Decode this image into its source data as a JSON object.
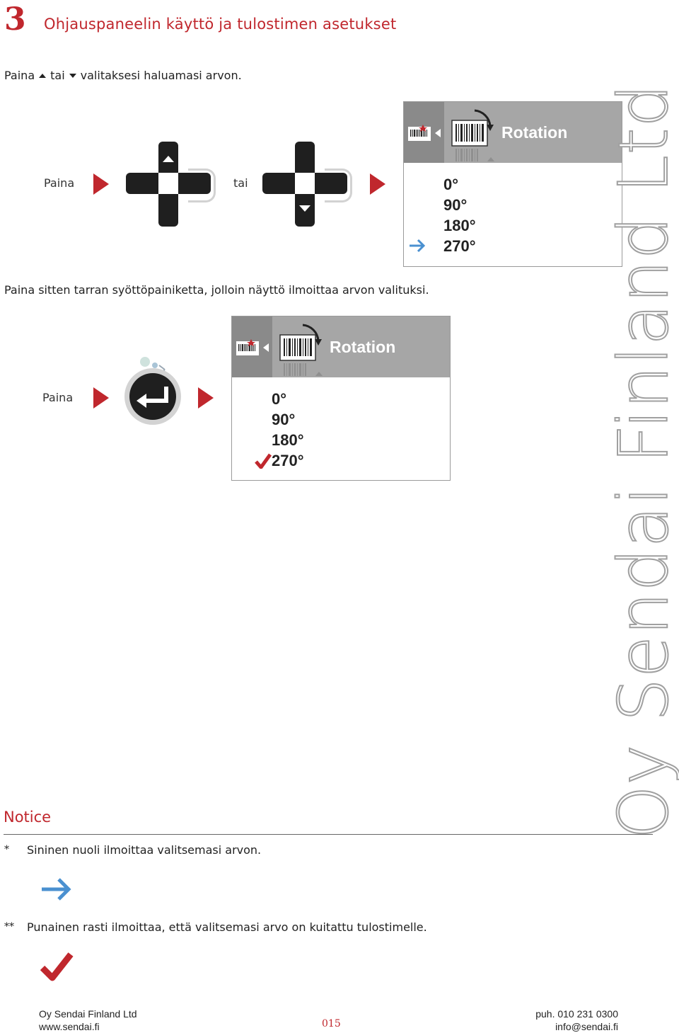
{
  "chapter": {
    "number": "3",
    "title": "Ohjauspaneelin käyttö ja tulostimen asetukset"
  },
  "step1": {
    "prefix": "Paina",
    "middle": "tai",
    "suffix": "valitaksesi haluamasi arvon."
  },
  "diagram1": {
    "press_label": "Paina",
    "or_label": "tai"
  },
  "lcd1": {
    "title": "Rotation",
    "options": [
      "0°",
      "90°",
      "180°",
      "270°"
    ],
    "selected_index": 3,
    "indicator": "blue-arrow"
  },
  "step2": {
    "text": "Paina sitten tarran syöttöpainiketta, jolloin näyttö ilmoittaa arvon valituksi."
  },
  "diagram2": {
    "press_label": "Paina"
  },
  "lcd2": {
    "title": "Rotation",
    "options": [
      "0°",
      "90°",
      "180°",
      "270°"
    ],
    "selected_index": 3,
    "indicator": "red-check"
  },
  "notice": {
    "heading": "Notice",
    "notes": [
      {
        "marker": "*",
        "text": "Sininen nuoli ilmoittaa valitsemasi arvon.",
        "icon": "blue-arrow-icon"
      },
      {
        "marker": "**",
        "text": "Punainen rasti ilmoittaa, että valitsemasi arvo on kuitattu tulostimelle.",
        "icon": "red-check-icon"
      }
    ]
  },
  "side_text": "Oy Sendai Finland Ltd",
  "footer": {
    "company": "Oy Sendai Finland Ltd",
    "web": "www.sendai.fi",
    "page": "015",
    "phone": "puh. 010 231 0300",
    "email": "info@sendai.fi"
  },
  "colors": {
    "accent": "#c0272d",
    "blue_arrow": "#4a90d0",
    "lcd_header": "#a6a6a6"
  }
}
